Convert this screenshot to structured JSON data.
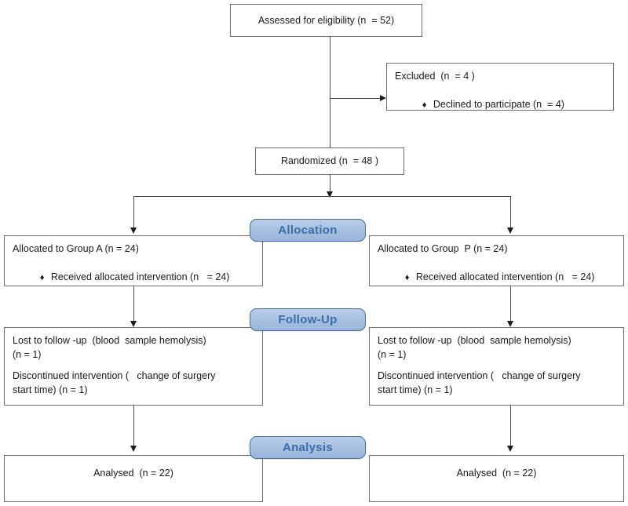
{
  "diagram": {
    "title": "CONSORT participant flow diagram",
    "colors": {
      "banner_fill": "#a6bfe0",
      "banner_border": "#4a6c9b",
      "banner_text": "#3b6ea8",
      "box_border": "#6f6f6f",
      "box_text": "#1a1a1a",
      "connector": "#4a4a4a",
      "background": "#ffffff"
    },
    "stages": [
      {
        "key": "allocation",
        "label": "Allocation"
      },
      {
        "key": "followup",
        "label": "Follow-Up"
      },
      {
        "key": "analysis",
        "label": "Analysis"
      }
    ],
    "boxes": {
      "enrollment": {
        "text": "Assessed for eligibility (n  = 52)"
      },
      "excluded": {
        "heading": "Excluded  (n  = 4 )",
        "bullet_glyph": "♦",
        "bullet": "Declined to participate (n  = 4)"
      },
      "randomized": {
        "text": "Randomized (n  = 48 )"
      },
      "allocation_left": {
        "heading": "Allocated to Group A (n = 24)",
        "bullet_glyph": "♦",
        "bullet": "Received allocated intervention (n   = 24)"
      },
      "allocation_right": {
        "heading": "Allocated to Group  P (n = 24)",
        "bullet_glyph": "♦",
        "bullet": "Received allocated intervention (n   = 24)"
      },
      "followup_left": {
        "line1": "Lost to follow -up  (blood  sample hemolysis)",
        "line2": "(n = 1)",
        "line3": "Discontinued intervention (   change of surgery",
        "line4": "start time) (n = 1)"
      },
      "followup_right": {
        "line1": "Lost to follow -up  (blood  sample hemolysis)",
        "line2": "(n = 1)",
        "line3": "Discontinued intervention (   change of surgery",
        "line4": "start time) (n = 1)"
      },
      "analysis_left": {
        "text": "Analysed  (n = 22)"
      },
      "analysis_right": {
        "text": "Analysed  (n = 22)"
      }
    },
    "counts": {
      "assessed": 52,
      "excluded": 4,
      "declined": 4,
      "randomized": 48,
      "allocated_group_a": 24,
      "allocated_group_p": 24,
      "received_group_a": 24,
      "received_group_p": 24,
      "lost_followup_each": 1,
      "discontinued_each": 1,
      "analysed_group_a": 22,
      "analysed_group_p": 22
    }
  }
}
